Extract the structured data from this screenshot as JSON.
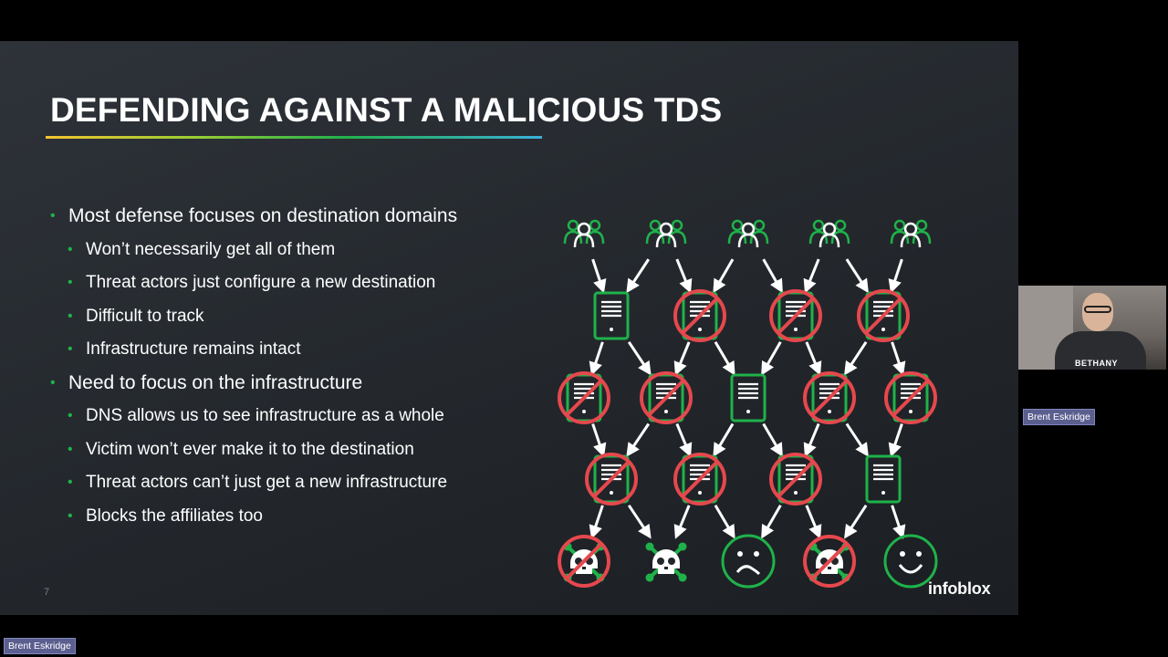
{
  "slide": {
    "title": "DEFENDING AGAINST A MALICIOUS TDS",
    "bullets": [
      {
        "level": 1,
        "text": "Most defense focuses on destination domains"
      },
      {
        "level": 2,
        "text": "Won’t necessarily get all of them"
      },
      {
        "level": 2,
        "text": "Threat actors just configure a new destination"
      },
      {
        "level": 2,
        "text": "Difficult to track"
      },
      {
        "level": 2,
        "text": "Infrastructure remains intact"
      },
      {
        "level": 1,
        "text": "Need to focus on the infrastructure"
      },
      {
        "level": 2,
        "text": "DNS allows us to see infrastructure as a whole"
      },
      {
        "level": 2,
        "text": "Victim won’t ever make it to the destination"
      },
      {
        "level": 2,
        "text": "Threat actors can’t just get a new infrastructure"
      },
      {
        "level": 2,
        "text": "Blocks the affiliates too"
      }
    ],
    "page_number": "7",
    "logo_text": "infoblox"
  },
  "webcam": {
    "shirt_text": "BETHANY"
  },
  "participants": {
    "video_name": "Brent Eskridge",
    "presenter_name": "Brent Eskridge"
  },
  "diagram": {
    "users_row_icons": [
      "users-group-icon",
      "users-group-icon",
      "users-group-icon",
      "users-group-icon",
      "users-group-icon"
    ],
    "row1_servers": [
      "allowed",
      "blocked",
      "blocked",
      "blocked"
    ],
    "row2_servers": [
      "blocked",
      "blocked",
      "allowed",
      "blocked",
      "blocked"
    ],
    "row3_servers": [
      "blocked",
      "blocked",
      "blocked",
      "allowed"
    ],
    "outcomes": [
      "skull-blocked",
      "skull",
      "sad-face",
      "skull-blocked",
      "happy-face"
    ]
  },
  "colors": {
    "accent_green": "#1fb24a",
    "block_red": "#e5484d",
    "slide_bg": "#262a2f"
  }
}
